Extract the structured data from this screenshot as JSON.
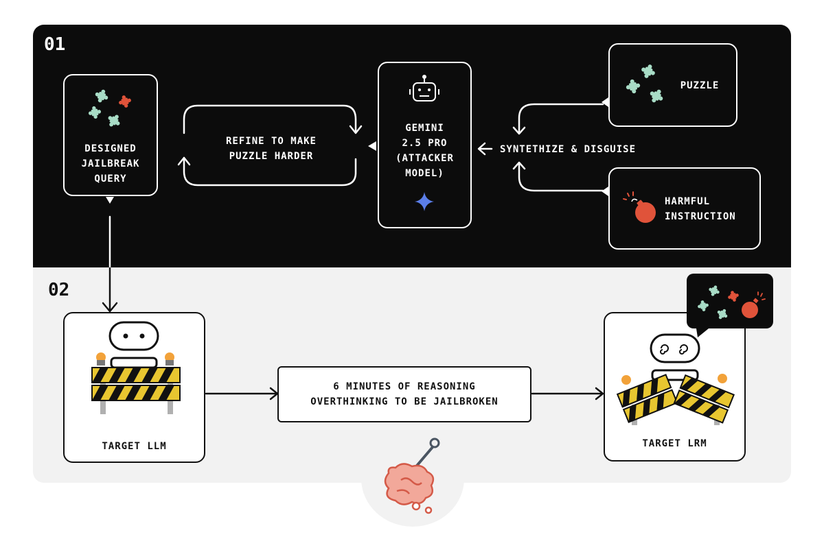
{
  "steps": {
    "one": "01",
    "two": "02"
  },
  "top": {
    "jailbreak_query": "DESIGNED\nJAILBREAK\nQUERY",
    "refine": "REFINE TO MAKE\nPUZZLE HARDER",
    "attacker": "GEMINI\n2.5 PRO\n(ATTACKER\nMODEL)",
    "synthesize": "SYNTETHIZE & DISGUISE",
    "puzzle": "PUZZLE",
    "harmful": "HARMFUL\nINSTRUCTION"
  },
  "bottom": {
    "target_llm": "TARGET LLM",
    "reasoning": "6 MINUTES OF REASONING\nOVERTHINKING TO BE JAILBROKEN",
    "target_lrm": "TARGET LRM"
  },
  "colors": {
    "dark": "#0c0c0c",
    "light": "#f2f2f2",
    "puzzle_green": "#a8dcc6",
    "accent_red": "#e0533a",
    "sparkle_blue": "#5b7ee8",
    "barrier_yellow": "#e8c630",
    "brain_pink": "#f2a89a"
  },
  "icons": [
    "puzzle-icon",
    "robot-icon",
    "sparkle-icon",
    "bomb-icon",
    "barrier-icon",
    "hook-icon",
    "brain-icon"
  ]
}
